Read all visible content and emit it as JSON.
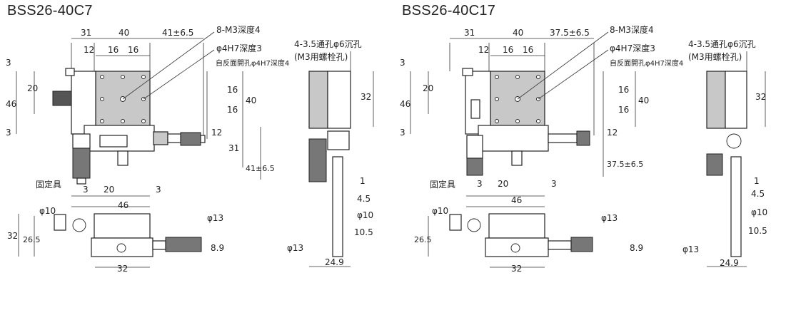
{
  "left": {
    "title": "BSS26-40C7",
    "top_dims": [
      "31",
      "40",
      "41±6.5"
    ],
    "small_dims": [
      "12",
      "16",
      "16"
    ],
    "notes": [
      "8-M3深度4",
      "φ4H7深度3",
      "自反面開孔φ4H7深度4"
    ],
    "left_dims": [
      "3",
      "20",
      "46",
      "3"
    ],
    "right_dims": [
      "16",
      "16",
      "40",
      "12",
      "31",
      "41±6.5"
    ],
    "bottom_dims": [
      "3",
      "20",
      "3",
      "46"
    ],
    "fixture_label": "固定具",
    "lower_dims": [
      "φ10",
      "32",
      "26.5",
      "φ13",
      "8.9",
      "32"
    ],
    "side_note": [
      "4-3.5通孔φ6沉孔",
      "(M3用螺栓孔)"
    ],
    "side_dims": [
      "32",
      "1",
      "4.5",
      "φ10",
      "10.5",
      "φ13",
      "24.9"
    ]
  },
  "right": {
    "title": "BSS26-40C17",
    "top_dims": [
      "31",
      "40",
      "37.5±6.5"
    ],
    "small_dims": [
      "12",
      "16",
      "16"
    ],
    "notes": [
      "8-M3深度4",
      "φ4H7深度3",
      "自反面開孔φ4H7深度4"
    ],
    "left_dims": [
      "3",
      "20",
      "46",
      "3"
    ],
    "right_dims": [
      "16",
      "16",
      "40",
      "12",
      "37.5±6.5"
    ],
    "bottom_dims": [
      "3",
      "20",
      "3",
      "46"
    ],
    "fixture_label": "固定具",
    "lower_dims": [
      "φ10",
      "26.5",
      "φ13",
      "8.9",
      "32"
    ],
    "side_note": [
      "4-3.5通孔φ6沉孔",
      "(M3用螺栓孔)"
    ],
    "side_dims": [
      "32",
      "1",
      "4.5",
      "φ10",
      "10.5",
      "φ13",
      "24.9"
    ]
  },
  "colors": {
    "line": "#222222",
    "fill_gray": "#c8c8c8",
    "knurl": "#777777"
  }
}
